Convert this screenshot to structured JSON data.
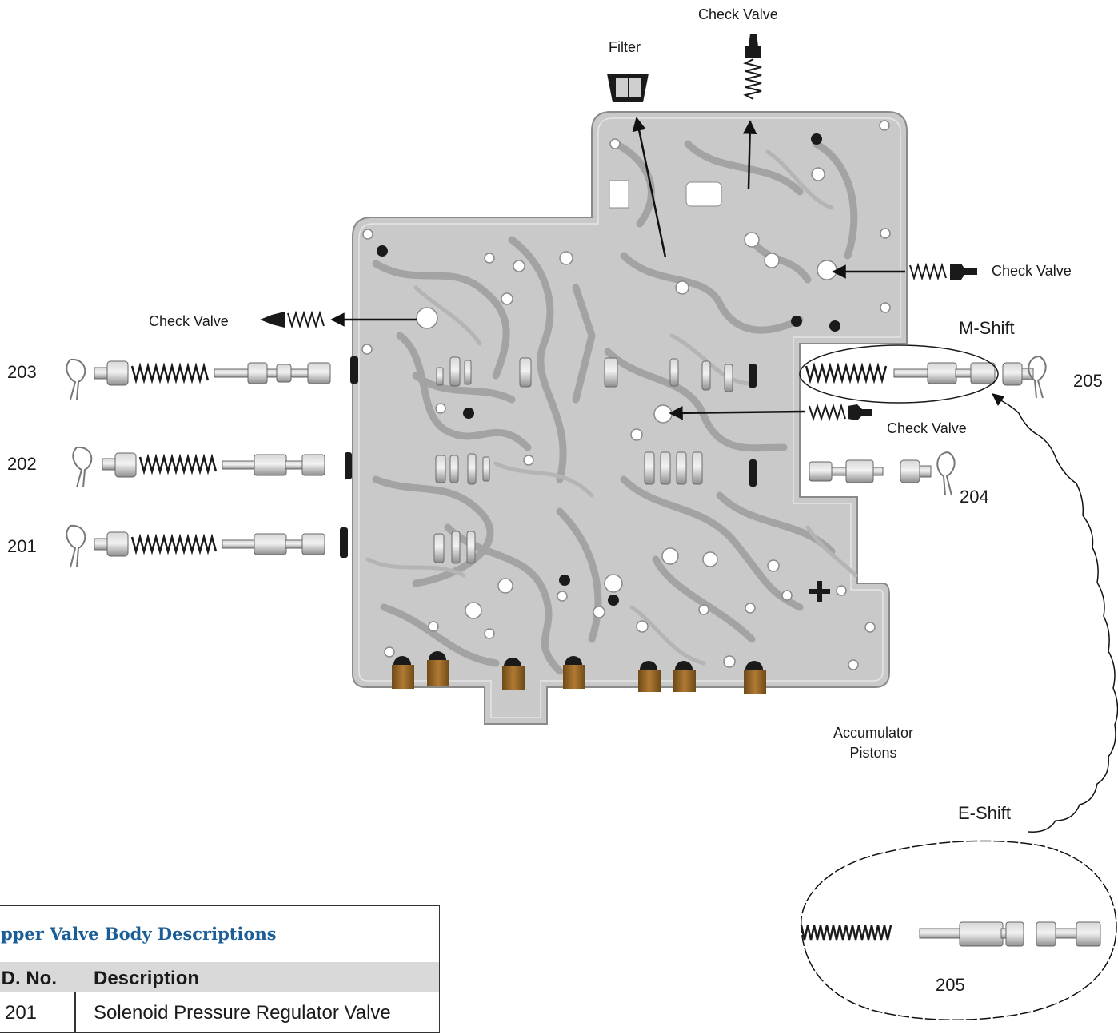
{
  "labels": {
    "check_valve_top": "Check Valve",
    "filter": "Filter",
    "check_valve_right_upper": "Check Valve",
    "check_valve_left": "Check Valve",
    "m_shift": "M-Shift",
    "check_valve_right_lower": "Check Valve",
    "num_203": "203",
    "num_202": "202",
    "num_201": "201",
    "num_205": "205",
    "num_204": "204",
    "accumulator_line1": "Accumulator",
    "accumulator_line2": "Pistons",
    "e_shift": "E-Shift",
    "num_205_detail": "205"
  },
  "table": {
    "title": "pper Valve Body Descriptions",
    "headers": [
      "D. No.",
      "Description"
    ],
    "rows": [
      {
        "id": "201",
        "description": "Solenoid Pressure Regulator Valve"
      }
    ]
  },
  "colors": {
    "plate": "#c8c8c8",
    "passage": "#a9a9a9",
    "piston": "#9c6a2a",
    "table_title": "#1b5d96"
  }
}
